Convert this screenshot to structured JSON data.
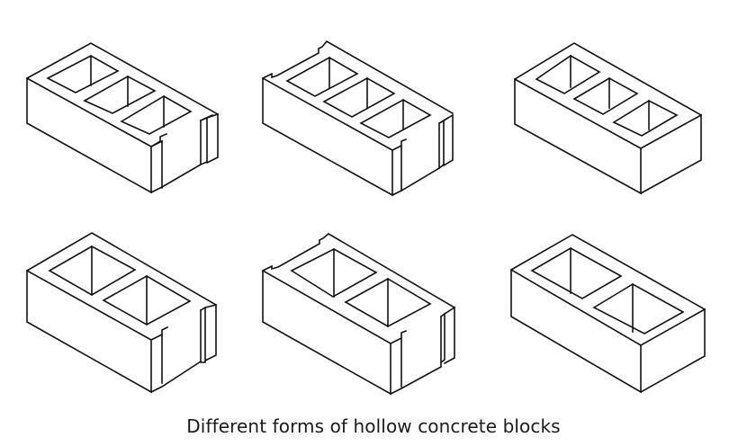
{
  "caption": "Different forms of hollow concrete blocks",
  "colors": {
    "line": "#111111",
    "background": "#ffffff"
  },
  "blocks": [
    {
      "name": "three-core-block-flanged-one-end",
      "row": 1,
      "col": 1,
      "cores": 3,
      "ends": "plain left end, flanged/grooved right end",
      "paths": [
        "M30,87 L101,48 L242,127",
        "M30,87 L30,137 L168,214 L168,163 L30,87",
        "M168,163 L178,157 L178,152 L185,149",
        "M168,163 L180,157",
        "M180,157 L180,209",
        "M168,214 L180,208 L223,183 L223,134",
        "M223,134 L230,131 L230,180 L223,183",
        "M230,131 L242,127 L242,175 L230,181",
        "M225,133 L236,128",
        "M53,87 L101,62 L131,79 L84,103 Z",
        "M101,62 L101,95",
        "M94,112 L142,85 L172,101 L125,126 Z",
        "M142,85 L142,118",
        "M135,135 L182,107 L212,124 L166,149 Z",
        "M182,107 L182,141"
      ]
    },
    {
      "name": "three-core-block-flanged-both-ends",
      "row": 1,
      "col": 2,
      "cores": 3,
      "ends": "flanged/grooved both ends",
      "paths": [
        "M292,87 L302,82 L302,86 L308,84 L354,59 L354,54 L358,52 L363,46 L503,126",
        "M292,87 L292,137 L436,217 L436,167 L292,87",
        "M436,167 L446,162 L446,157 L451,155",
        "M446,162 L446,212",
        "M436,217 L446,212 L488,187 L488,137",
        "M488,137 L493,134 L493,183 L488,187",
        "M493,134 L503,128 L503,178 L493,184",
        "M490,136 L498,131",
        "M319,90 L366,64 L397,82 L350,107 Z",
        "M366,64 L366,98",
        "M360,113 L408,87 L438,104 L391,130 Z",
        "M408,87 L408,120",
        "M401,137 L448,111 L478,128 L432,153 Z",
        "M448,111 L448,144"
      ]
    },
    {
      "name": "three-core-block-plain",
      "row": 1,
      "col": 3,
      "cores": 3,
      "ends": "plain both ends",
      "paths": [
        "M572,88 L638,48 L779,128",
        "M572,88 L572,138 L712,215 L712,165 L572,88",
        "M712,165 L779,128 L779,178 L712,215",
        "M596,88 L634,62 L666,80 L627,104 Z",
        "M634,62 L634,97",
        "M638,110 L677,87 L708,104 L670,127 Z",
        "M677,87 L677,120",
        "M682,136 L721,112 L752,128 L713,151 Z",
        "M721,112 L721,144"
      ]
    },
    {
      "name": "two-core-block-flanged-one-end",
      "row": 2,
      "col": 1,
      "cores": 2,
      "ends": "plain left end, flanged/grooved right end",
      "paths": [
        "M30,301 L102,259 L240,339",
        "M30,301 L30,358 L168,436 L168,378 L30,301",
        "M168,378 L180,372 L180,367 L186,364",
        "M180,372 L180,426",
        "M168,436 L180,430 L223,402 L223,345",
        "M223,345 L228,342 L228,403 L223,403",
        "M228,342 L240,339 L240,395 L228,401",
        "M55,301 L102,274 L150,300 L102,328 Z",
        "M102,274 L102,328",
        "M115,334 L163,307 L211,335 L163,361 Z",
        "M163,307 L163,361"
      ]
    },
    {
      "name": "two-core-block-flanged-both-ends",
      "row": 2,
      "col": 2,
      "cores": 2,
      "ends": "flanged/grooved both ends",
      "paths": [
        "M292,301 L302,296 L302,299 L309,297 L355,271 L355,267 L359,265 L365,260 L505,342",
        "M292,301 L292,358 L434,438 L434,382 L292,301",
        "M434,382 L446,376 L446,370 L451,368",
        "M446,376 L446,430",
        "M434,438 L446,432 L490,408 L490,352",
        "M490,352 L494,349 L494,400 L490,403",
        "M494,349 L505,342 L505,398 L494,404",
        "M324,301 L371,277 L418,303 L370,330 Z",
        "M371,277 L371,330",
        "M384,336 L431,310 L478,338 L431,363 Z",
        "M431,310 L431,363"
      ]
    },
    {
      "name": "two-core-block-plain",
      "row": 2,
      "col": 3,
      "cores": 2,
      "ends": "plain both ends",
      "paths": [
        "M568,300 L636,261 L783,344",
        "M568,300 L568,352 L712,436 L712,384 L568,300",
        "M712,384 L783,344 L783,396 L712,436",
        "M591,301 L634,276 L690,307 L647,332 Z",
        "M634,276 L634,326",
        "M660,342 L703,316 L759,347 L716,371 Z",
        "M703,316 L703,369"
      ]
    }
  ]
}
